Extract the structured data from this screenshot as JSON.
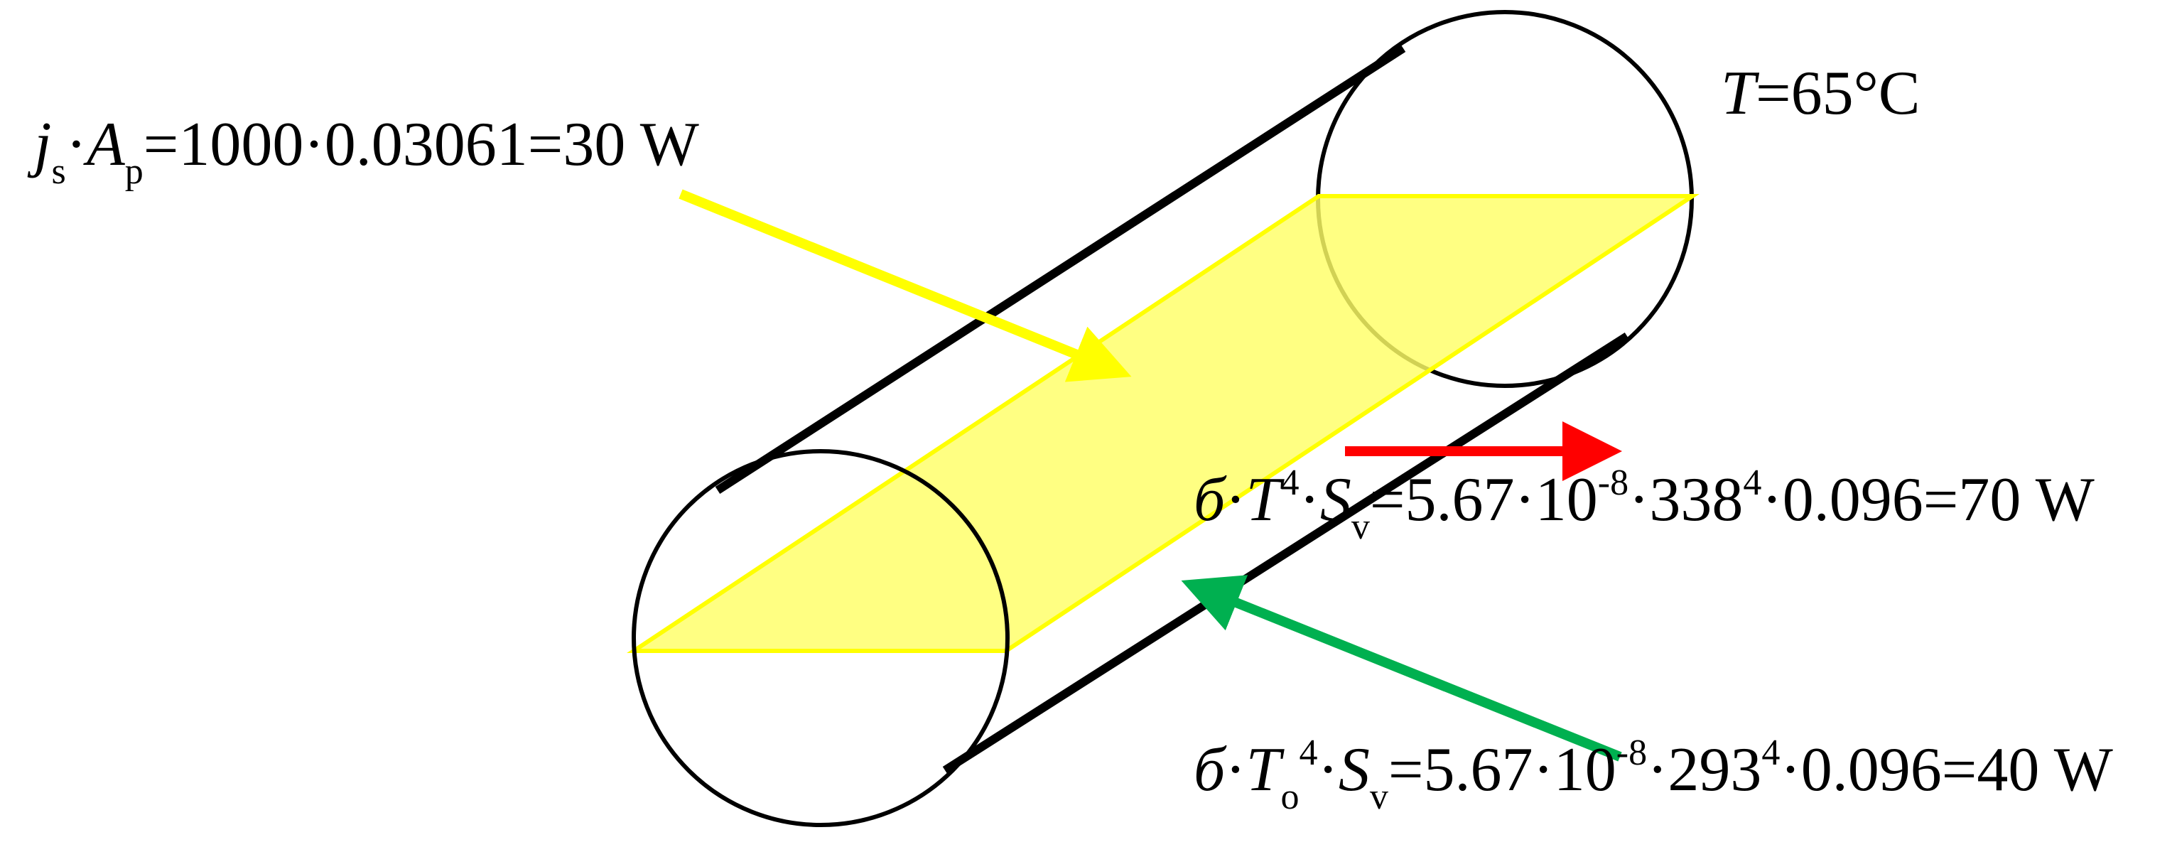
{
  "temperature_label": {
    "var": "T",
    "text": "=65°C"
  },
  "solar_input": {
    "var_j": "j",
    "sub_s": "s",
    "dot": "·",
    "var_A": "A",
    "sub_p": "p",
    "text": "=1000·0.03061=30 W"
  },
  "emission": {
    "sigma": "б",
    "dot1": "·",
    "var_T": "T",
    "sup_4": "4",
    "dot2": "·",
    "var_S": "S",
    "sub_v": "v",
    "text1": "=5.67·10",
    "exp": "-8",
    "text2": "·338",
    "sup2": "4",
    "text3": "·0.096=70 W"
  },
  "absorption": {
    "sigma": "б",
    "dot1": "·",
    "var_T": "T",
    "sub_o": "o",
    "sup_4": "4",
    "dot2": "·",
    "var_S": "S",
    "sub_v": "v",
    "text1": "=5.67·10",
    "exp": "-8",
    "text2": "·293",
    "sup2": "4",
    "text3": "·0.096=40 W"
  },
  "colors": {
    "cylinder": "#000000",
    "plate_fill": "#ffff66",
    "plate_edge": "#ffff00",
    "solar_arrow": "#ffff00",
    "emission_arrow": "#ff0000",
    "absorption_arrow": "#00b050"
  }
}
